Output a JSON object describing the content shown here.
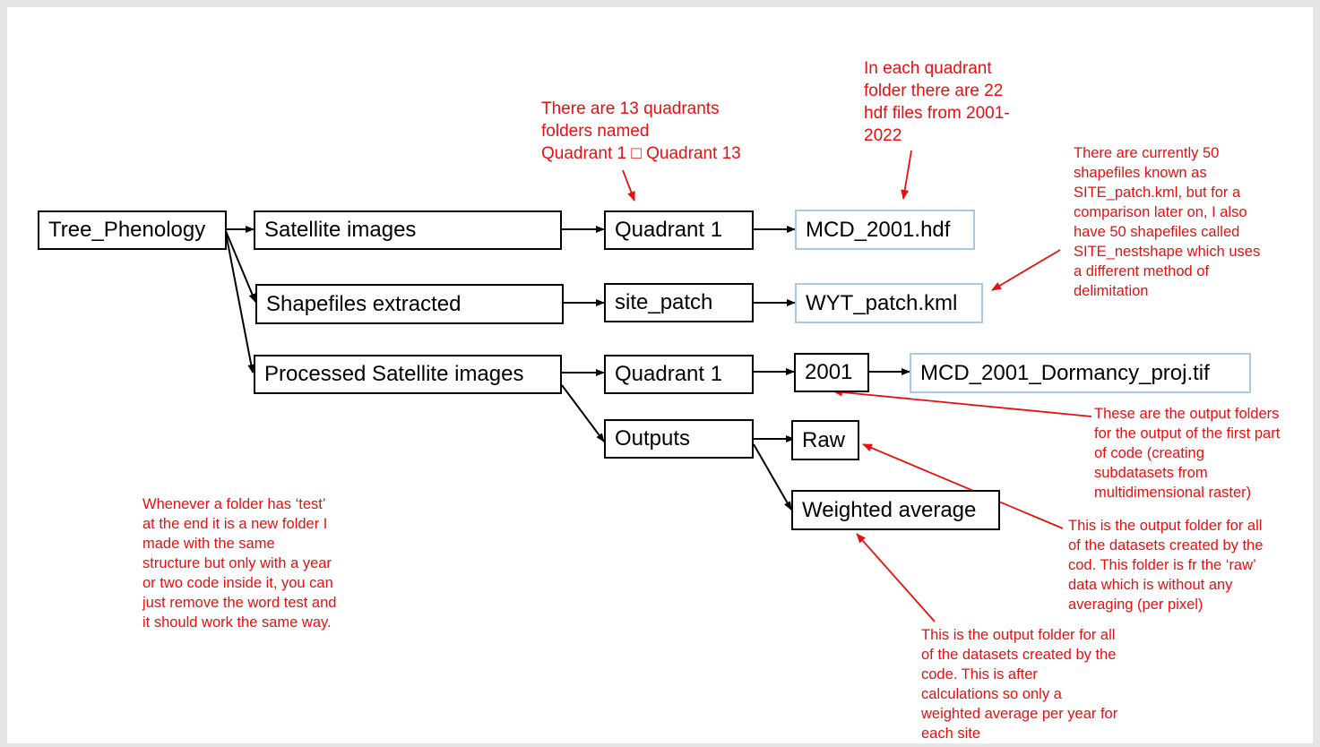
{
  "boxes": {
    "tree": "Tree_Phenology",
    "satellite": "Satellite images",
    "shapefiles": "Shapefiles extracted",
    "processed": "Processed Satellite images",
    "quadrant_a": "Quadrant 1",
    "site_patch": "site_patch",
    "quadrant_b": "Quadrant 1",
    "outputs": "Outputs",
    "mcd_hdf": "MCD_2001.hdf",
    "wyt_kml": "WYT_patch.kml",
    "year_2001": "2001",
    "raw": "Raw",
    "weighted": "Weighted average",
    "dormancy_tif": "MCD_2001_Dormancy_proj.tif"
  },
  "notes": {
    "quadrants": "There are 13 quadrants\nfolders named\nQuadrant 1 □ Quadrant 13",
    "hdf": "In each quadrant\nfolder there are 22\nhdf files from 2001-\n2022",
    "shapefiles": "There are currently 50\nshapefiles known as\nSITE_patch.kml, but for a\ncomparison later on, I also\nhave 50 shapefiles called\nSITE_nestshape which uses\na different method of\ndelimitation",
    "output_folders": "These are the output folders\nfor the output of the first part\nof code (creating\nsubdatasets from\nmultidimensional raster)",
    "raw_folder": "This is the output folder for all\nof the datasets created by the\ncod. This folder is fr the ‘raw’\ndata which is without any\naveraging (per pixel)",
    "weighted_folder": "This is the output folder for all\nof the datasets created by the\ncode. This is after\ncalculations so only a\nweighted average per year for\neach site",
    "test_folder": "Whenever a folder has ‘test’\nat the end it is a new folder I\nmade with the same\nstructure but only with a year\nor two code inside it, you can\njust remove the word test and\nit should work the same way."
  },
  "colors": {
    "note": "#e8100f",
    "box_border": "#000000",
    "blue_border": "#a9c7e8",
    "background": "#e6e6e6"
  }
}
